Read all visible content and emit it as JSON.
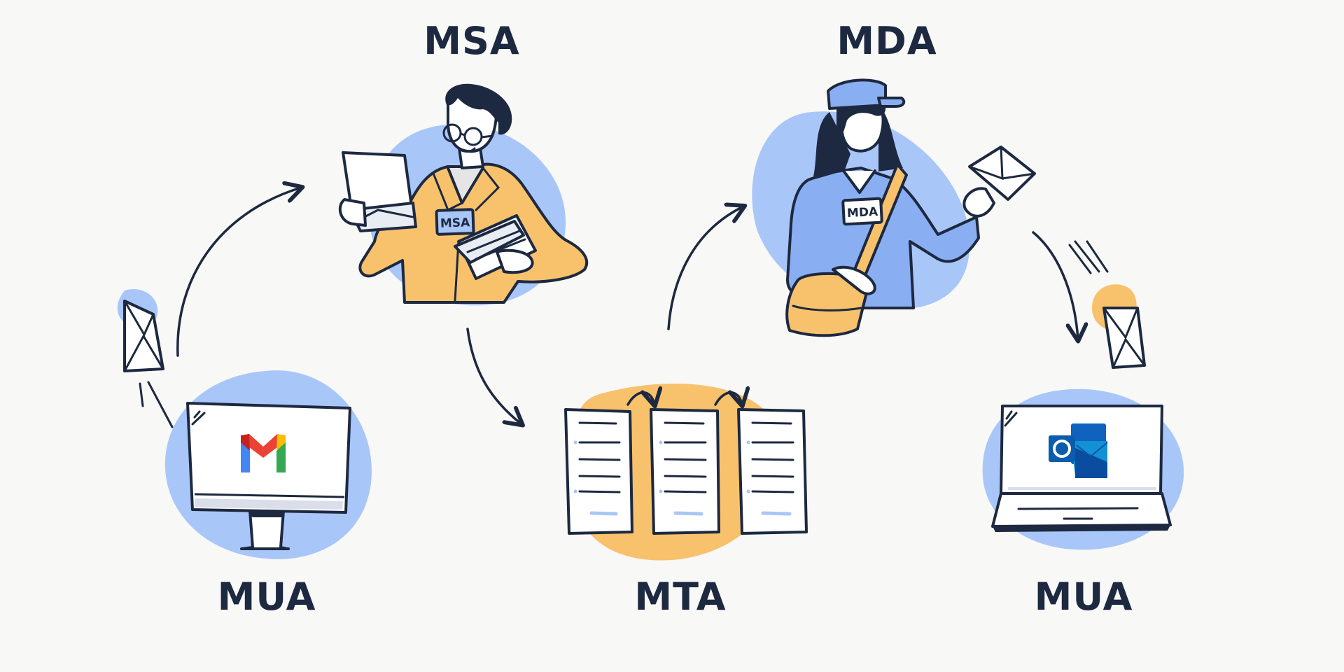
{
  "nodes": {
    "msa": {
      "label": "MSA",
      "badge": "MSA"
    },
    "mda": {
      "label": "MDA",
      "badge": "MDA"
    },
    "mua_sender": {
      "label": "MUA",
      "client_icon": "gmail-logo-icon"
    },
    "mta": {
      "label": "MTA"
    },
    "mua_receiver": {
      "label": "MUA",
      "client_icon": "outlook-logo-icon"
    }
  },
  "colors": {
    "background": "#f8f8f7",
    "blue_blob": "#a9c6f8",
    "orange_blob": "#f8c16c",
    "outline": "#1d2940",
    "gmail_red": "#ea4335",
    "gmail_blue": "#4285f4",
    "gmail_green": "#34a853",
    "gmail_yellow": "#fbbc04",
    "outlook_blue": "#0f62be"
  }
}
